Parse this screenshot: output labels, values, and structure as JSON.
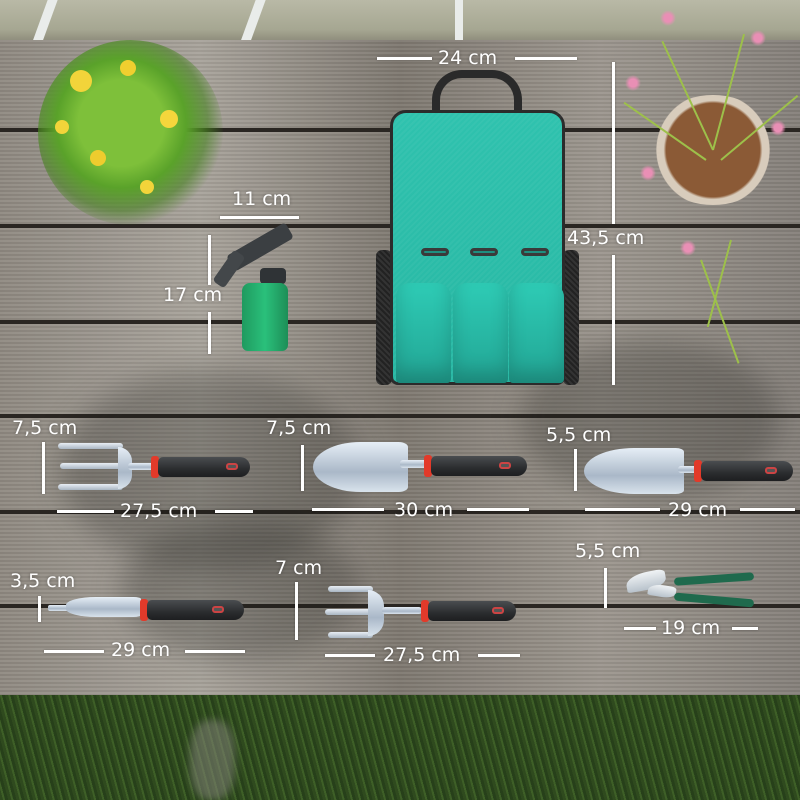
{
  "scene": {
    "description": "Garden tool set with backpack bag laid on wooden deck, with dimension annotations",
    "colors": {
      "bag_teal": "#2ec2ae",
      "bag_black_trim": "#2b2b2b",
      "spray_green": "#2ac07b",
      "handle_black": "#2b2d2f",
      "collar_red": "#e23a2a",
      "pruner_green": "#1f6a4d",
      "annotation_white": "#ffffff",
      "deck_wood": "#928c84",
      "grass": "#34511f"
    }
  },
  "items": [
    {
      "id": "backpack",
      "name": "Garden tool backpack",
      "width_label": "24 cm",
      "height_label": "43,5 cm"
    },
    {
      "id": "spray-bottle",
      "name": "Spray bottle",
      "width_label": "11 cm",
      "height_label": "17 cm"
    },
    {
      "id": "hand-cultivator",
      "name": "Hand cultivator fork",
      "width_label": "7,5 cm",
      "length_label": "27,5 cm"
    },
    {
      "id": "hand-trowel",
      "name": "Hand trowel",
      "width_label": "7,5 cm",
      "length_label": "30 cm"
    },
    {
      "id": "transplanter",
      "name": "Transplanter trowel",
      "width_label": "5,5 cm",
      "length_label": "29 cm"
    },
    {
      "id": "weeder",
      "name": "Hand weeder",
      "width_label": "3,5 cm",
      "length_label": "29 cm"
    },
    {
      "id": "hand-rake",
      "name": "Hand rake",
      "width_label": "7 cm",
      "length_label": "27,5 cm"
    },
    {
      "id": "pruning-shears",
      "name": "Pruning shears",
      "width_label": "5,5 cm",
      "length_label": "19 cm"
    }
  ]
}
